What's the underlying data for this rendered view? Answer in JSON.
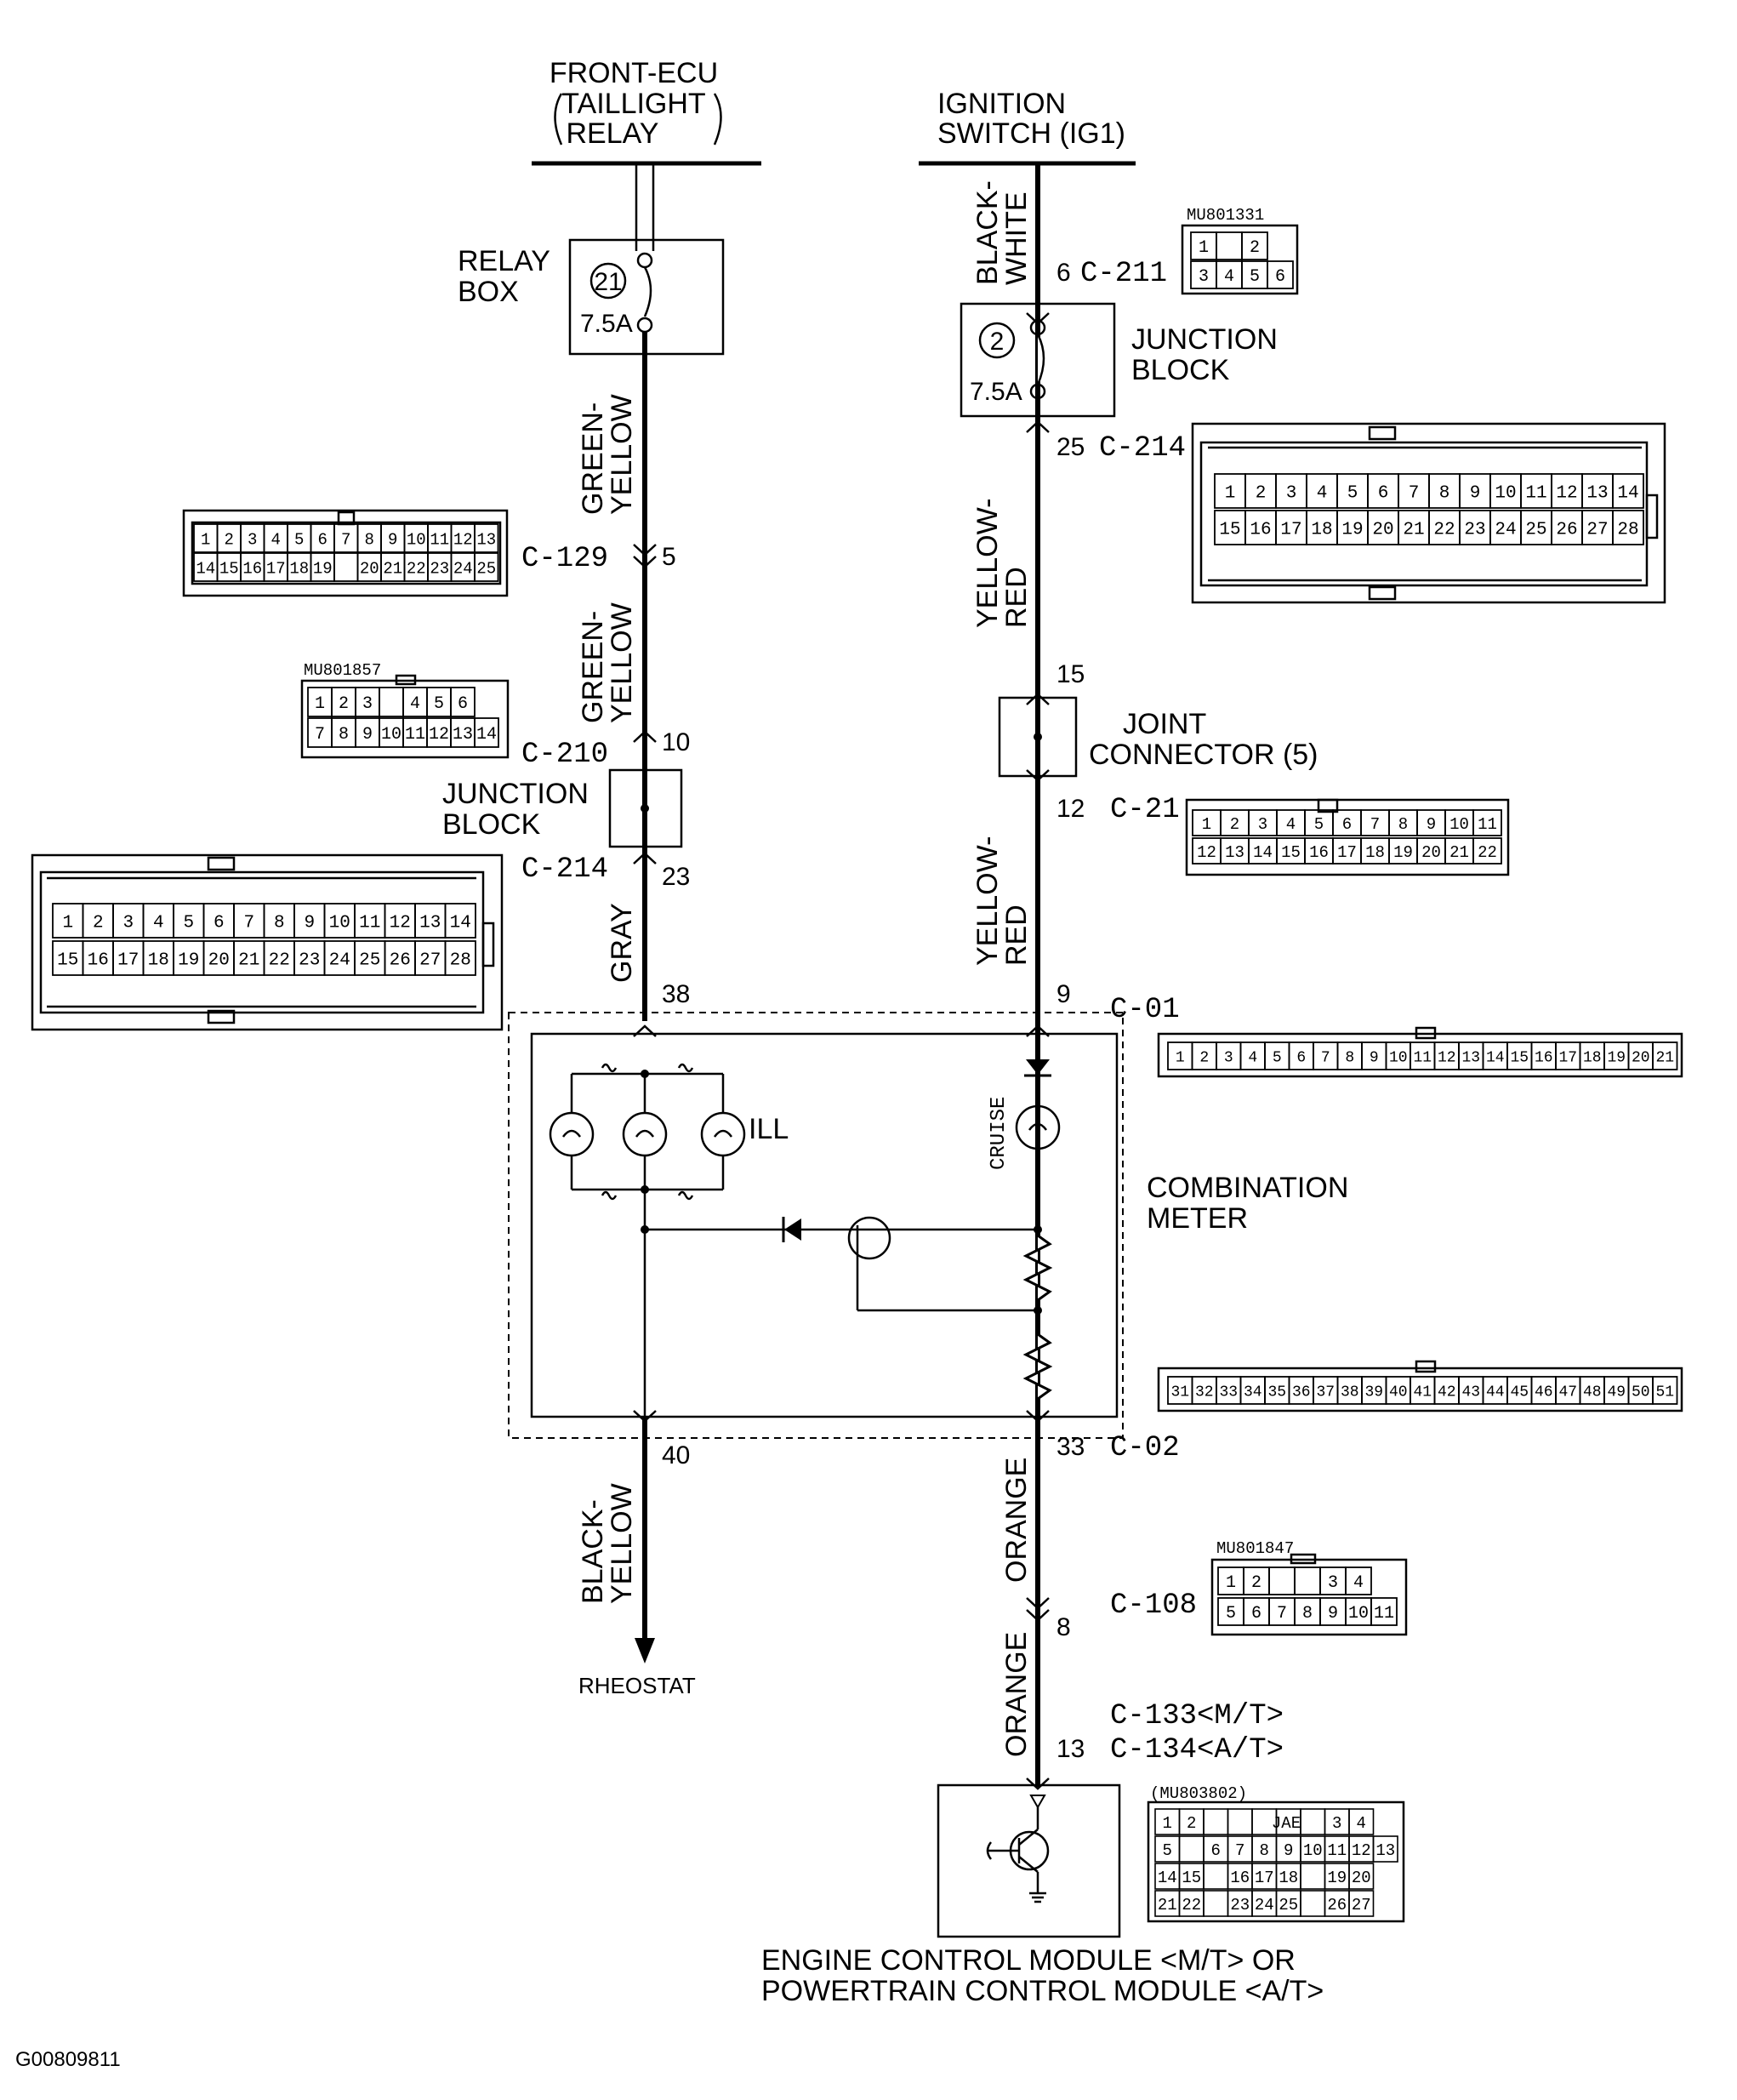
{
  "top_left_source": [
    "FRONT-ECU",
    "TAILLIGHT",
    "RELAY"
  ],
  "top_right_source": [
    "IGNITION",
    "SWITCH (IG1)"
  ],
  "relay_box": {
    "label": [
      "RELAY",
      "BOX"
    ],
    "fuse_no": "21",
    "fuse_rating": "7.5A"
  },
  "junction_block_top": {
    "label": [
      "JUNCTION",
      "BLOCK"
    ],
    "fuse_no": "2",
    "fuse_rating": "7.5A"
  },
  "junction_block_left": {
    "label": [
      "JUNCTION",
      "BLOCK"
    ]
  },
  "joint_connector": {
    "label": [
      "JOINT",
      "CONNECTOR (5)"
    ]
  },
  "combination_meter": {
    "label": [
      "COMBINATION",
      "METER"
    ],
    "ill_label": "ILL",
    "cruise_label": "CRUISE"
  },
  "rheostat": "RHEOSTAT",
  "ecm": [
    "ENGINE CONTROL MODULE <M/T> OR",
    "POWERTRAIN CONTROL MODULE <A/T>"
  ],
  "figure_id": "G00809811",
  "wires": {
    "left": [
      "GREEN-",
      "YELLOW",
      "GREEN-",
      "YELLOW",
      "GRAY",
      "BLACK-",
      "YELLOW"
    ],
    "right": [
      "BLACK-",
      "WHITE",
      "YELLOW-",
      "RED",
      "YELLOW-",
      "RED",
      "ORANGE",
      "ORANGE"
    ]
  },
  "connectors": {
    "c129": "C-129",
    "c210": "C-210",
    "c214a": "C-214",
    "c211": "C-211",
    "c214b": "C-214",
    "c21": "C-21",
    "c01": "C-01",
    "c02": "C-02",
    "c108": "C-108",
    "c133": "C-133<M/T>",
    "c134": "C-134<A/T>"
  },
  "pins": {
    "p5": "5",
    "p10": "10",
    "p23": "23",
    "p38": "38",
    "p40": "40",
    "p6": "6",
    "p25": "25",
    "p15": "15",
    "p12": "12",
    "p9": "9",
    "p33": "33",
    "p8": "8",
    "p13": "13"
  },
  "part_numbers": {
    "c211": "MU801331",
    "c210": "MU801857",
    "c108": "MU801847",
    "ecm": "(MU803802)",
    "jae": "JAE"
  },
  "grids": {
    "c211": [
      [
        "1",
        "",
        "2"
      ],
      [
        "3",
        "4",
        "5",
        "6"
      ]
    ],
    "c129_row1": [
      "1",
      "2",
      "3",
      "4",
      "5",
      "6",
      "7",
      "8",
      "9",
      "10",
      "11",
      "12",
      "13"
    ],
    "c129_row2": [
      "14",
      "15",
      "16",
      "17",
      "18",
      "19",
      "",
      "20",
      "21",
      "22",
      "23",
      "24",
      "25"
    ],
    "c210_row1": [
      "1",
      "2",
      "3",
      "",
      "4",
      "5",
      "6"
    ],
    "c210_row2": [
      "7",
      "8",
      "9",
      "10",
      "11",
      "12",
      "13",
      "14"
    ],
    "c214_row1": [
      "1",
      "2",
      "3",
      "4",
      "5",
      "6",
      "7",
      "8",
      "9",
      "10",
      "11",
      "12",
      "13",
      "14"
    ],
    "c214_row2": [
      "15",
      "16",
      "17",
      "18",
      "19",
      "20",
      "21",
      "22",
      "23",
      "24",
      "25",
      "26",
      "27",
      "28"
    ],
    "c21_row1": [
      "1",
      "2",
      "3",
      "4",
      "5",
      "6",
      "7",
      "8",
      "9",
      "10",
      "11"
    ],
    "c21_row2": [
      "12",
      "13",
      "14",
      "15",
      "16",
      "17",
      "18",
      "19",
      "20",
      "21",
      "22"
    ],
    "c01": [
      "1",
      "2",
      "3",
      "4",
      "5",
      "6",
      "7",
      "8",
      "9",
      "10",
      "11",
      "12",
      "13",
      "14",
      "15",
      "16",
      "17",
      "18",
      "19",
      "20",
      "21"
    ],
    "c02": [
      "31",
      "32",
      "33",
      "34",
      "35",
      "36",
      "37",
      "38",
      "39",
      "40",
      "41",
      "42",
      "43",
      "44",
      "45",
      "46",
      "47",
      "48",
      "49",
      "50",
      "51"
    ],
    "c108_row1": [
      "1",
      "2",
      "",
      "",
      "3",
      "4"
    ],
    "c108_row2": [
      "5",
      "6",
      "7",
      "8",
      "9",
      "10",
      "11"
    ],
    "ecm_rows": [
      [
        "1",
        "2",
        "",
        "",
        "",
        "",
        "",
        "3",
        "4"
      ],
      [
        "5",
        "",
        "6",
        "7",
        "8",
        "9",
        "10",
        "11",
        "12",
        "13"
      ],
      [
        "14",
        "15",
        "",
        "16",
        "17",
        "18",
        "",
        "19",
        "20"
      ],
      [
        "21",
        "22",
        "",
        "23",
        "24",
        "25",
        "",
        "26",
        "27"
      ]
    ]
  }
}
